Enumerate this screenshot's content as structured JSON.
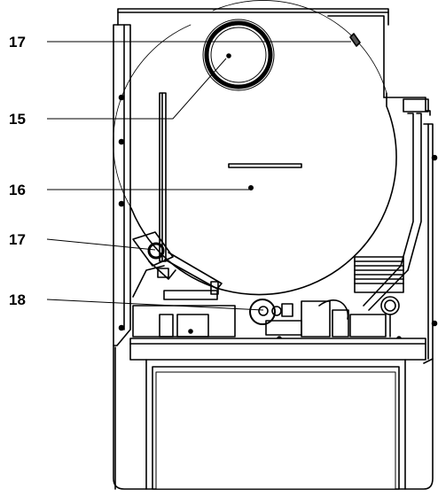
{
  "callouts": [
    {
      "id": "c17a",
      "label": "17"
    },
    {
      "id": "c15",
      "label": "15"
    },
    {
      "id": "c16",
      "label": "16"
    },
    {
      "id": "c17b",
      "label": "17"
    },
    {
      "id": "c18",
      "label": "18"
    }
  ],
  "colors": {
    "line": "#000000",
    "fill": "#ffffff",
    "shade": "#d9d9d9",
    "dark": "#555555"
  }
}
